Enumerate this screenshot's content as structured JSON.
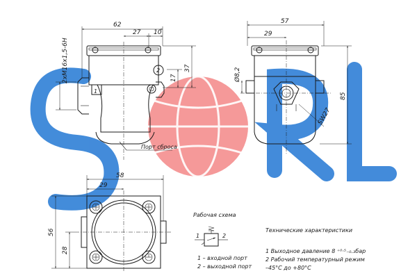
{
  "colors": {
    "watermark_blue": "#2f7fd6",
    "watermark_red": "#e8464b",
    "line": "#1a1a1a"
  },
  "dims": {
    "front_width": "62",
    "front_27": "27",
    "front_10": "10",
    "thread_callout": "2хМ16х1,5-6Н",
    "height_37": "37",
    "height_17": "17",
    "side_width": "57",
    "side_29": "29",
    "diameter_8_2": "Ø8,2",
    "height_85": "85",
    "wrench": "SW27",
    "bottom_58": "58",
    "bottom_29": "29",
    "bottom_56": "56",
    "bottom_28": "28"
  },
  "labels": {
    "port_exhaust": "Порт сброса",
    "port_1": "1",
    "port_2": "2",
    "scheme_title": "Рабочая схема",
    "scheme_1": "1",
    "scheme_2": "2",
    "legend_1": "1 – входной порт",
    "legend_2": "2 – выходной порт"
  },
  "specs": {
    "title": "Технические характеристики",
    "line1": "1 Выходное давление 8 ⁺⁰·⁵₋₀.₃бар",
    "line2": "2 Рабочий температурный режим",
    "line3": "–45°С до +80°С"
  }
}
